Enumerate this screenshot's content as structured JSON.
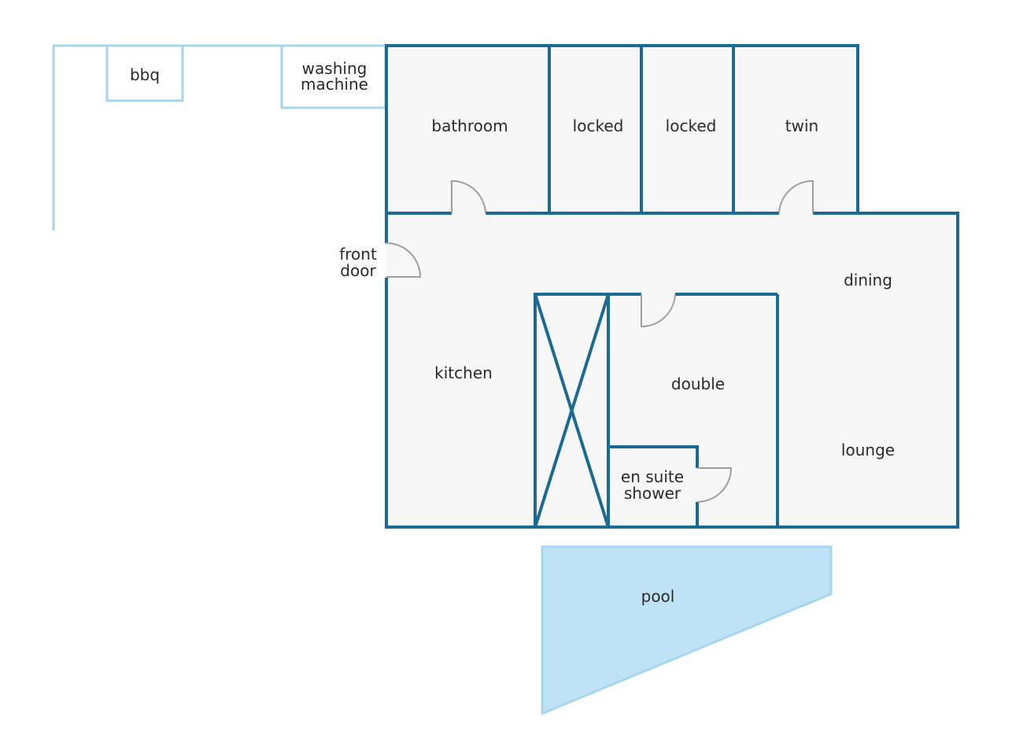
{
  "colors": {
    "wall": "#1a6a93",
    "outdoor": "#a7d6ec",
    "floor": "#f7f7f7",
    "pool": "#bfe3f6",
    "door": "#9e9e9e",
    "text": "#2a2a2a"
  },
  "labels": {
    "bbq": "bbq",
    "washing_1": "washing",
    "washing_2": "machine",
    "bathroom": "bathroom",
    "locked_a": "locked",
    "locked_b": "locked",
    "twin": "twin",
    "front_door_1": "front",
    "front_door_2": "door",
    "dining": "dining",
    "kitchen": "kitchen",
    "double": "double",
    "lounge": "lounge",
    "ensuite_1": "en suite",
    "ensuite_2": "shower",
    "pool": "pool"
  }
}
